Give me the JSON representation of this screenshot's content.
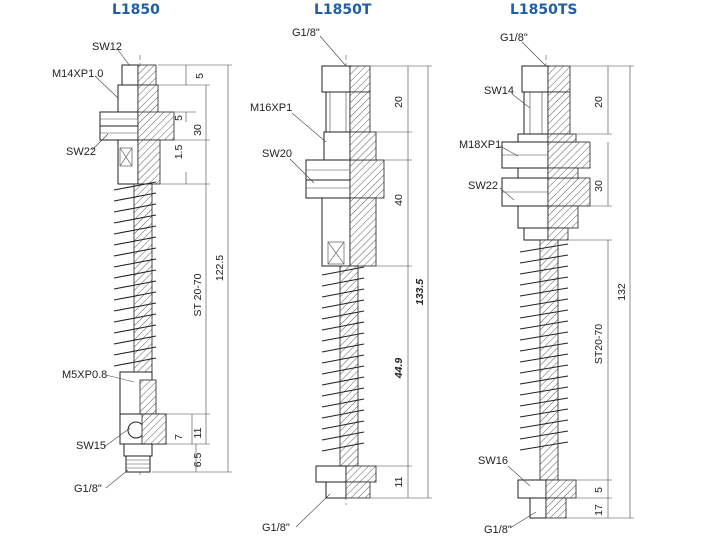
{
  "titles": {
    "l1850": "L1850",
    "l1850t": "L1850T",
    "l1850ts": "L1850TS"
  },
  "l1850": {
    "labels": {
      "sw12": "SW12",
      "m14": "M14XP1.0",
      "sw22": "SW22",
      "m5": "M5XP0.8",
      "sw15": "SW15",
      "g18": "G1/8\""
    },
    "dims": {
      "d5": "5",
      "d5b": "5",
      "d30": "30",
      "d15": "1.5",
      "st": "ST 20-70",
      "total": "122.5",
      "d7": "7",
      "d11": "11",
      "d65": "6.5"
    }
  },
  "l1850t": {
    "labels": {
      "g18_top": "G1/8\"",
      "m16": "M16XP1",
      "sw20": "SW20",
      "g18_bottom": "G1/8\""
    },
    "dims": {
      "d20": "20",
      "d40": "40",
      "total": "133.5",
      "d449": "44.9",
      "d11": "11"
    }
  },
  "l1850ts": {
    "labels": {
      "g18_top": "G1/8\"",
      "sw14": "SW14",
      "m18": "M18XP1",
      "sw22": "SW22",
      "sw16": "SW16",
      "g18_bottom": "G1/8\""
    },
    "dims": {
      "d20": "20",
      "d30": "30",
      "st": "ST20-70",
      "total": "132",
      "d5": "5",
      "d17": "17"
    }
  }
}
